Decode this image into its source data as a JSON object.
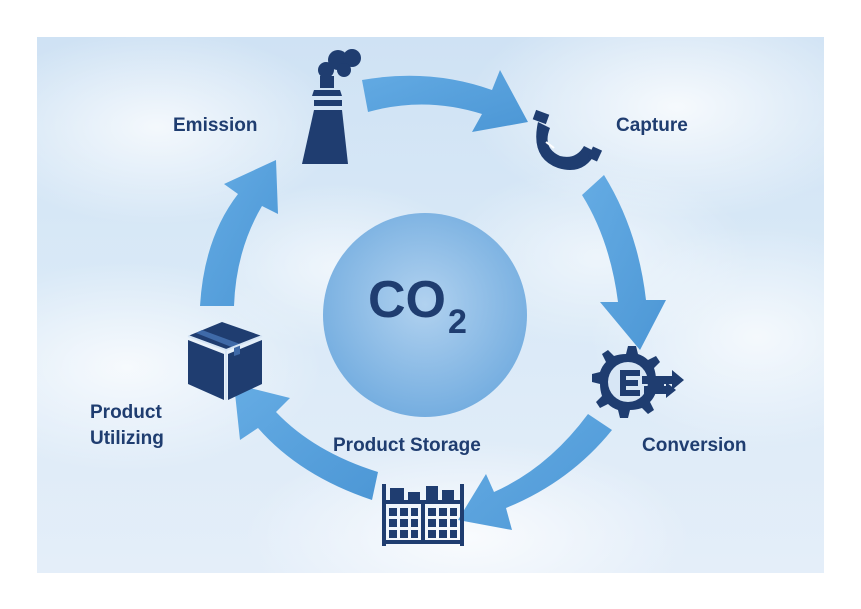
{
  "center": {
    "formula": "CO",
    "subscript": "2"
  },
  "stages": {
    "emission": "Emission",
    "capture": "Capture",
    "conversion": "Conversion",
    "product_storage": "Product Storage",
    "product_utilizing_line1": "Product",
    "product_utilizing_line2": "Utilizing"
  },
  "colors": {
    "ink": "#1f3d70",
    "arrow": "#4a98d8",
    "center_circle": "#6aa9de",
    "frame": "#ffffff"
  },
  "icons": {
    "emission": "factory-smoke-icon",
    "capture": "magnet-icon",
    "conversion": "gear-arrows-icon",
    "product_storage": "warehouse-shelf-icon",
    "product_utilizing": "box-package-icon"
  }
}
